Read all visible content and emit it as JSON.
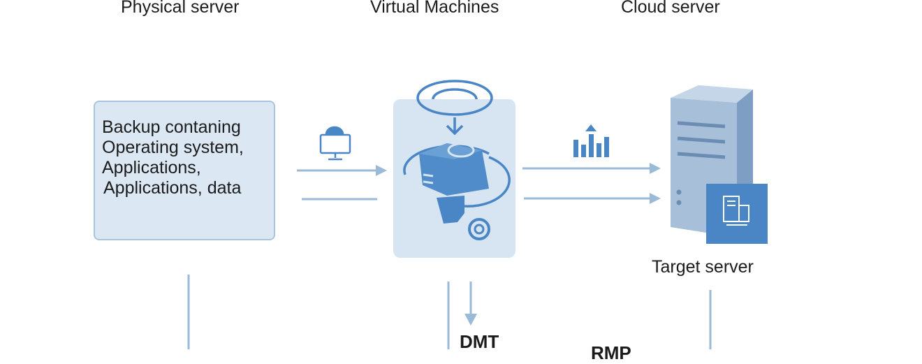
{
  "headers": {
    "physical": "Physical server",
    "virtual": "Virtual Machines",
    "cloud": "Cloud server"
  },
  "backup": {
    "lines": [
      "Backup contaning",
      "Operating system,",
      "Applications,",
      "Applications, data"
    ]
  },
  "target_label": "Target server",
  "bottom_labels": {
    "dmt": "DMT",
    "rmp": "RMP"
  },
  "colors": {
    "accent": "#4a86c5",
    "line": "#9bbad8",
    "panel": "#d7e5f2",
    "server": "#a7bfd9"
  }
}
